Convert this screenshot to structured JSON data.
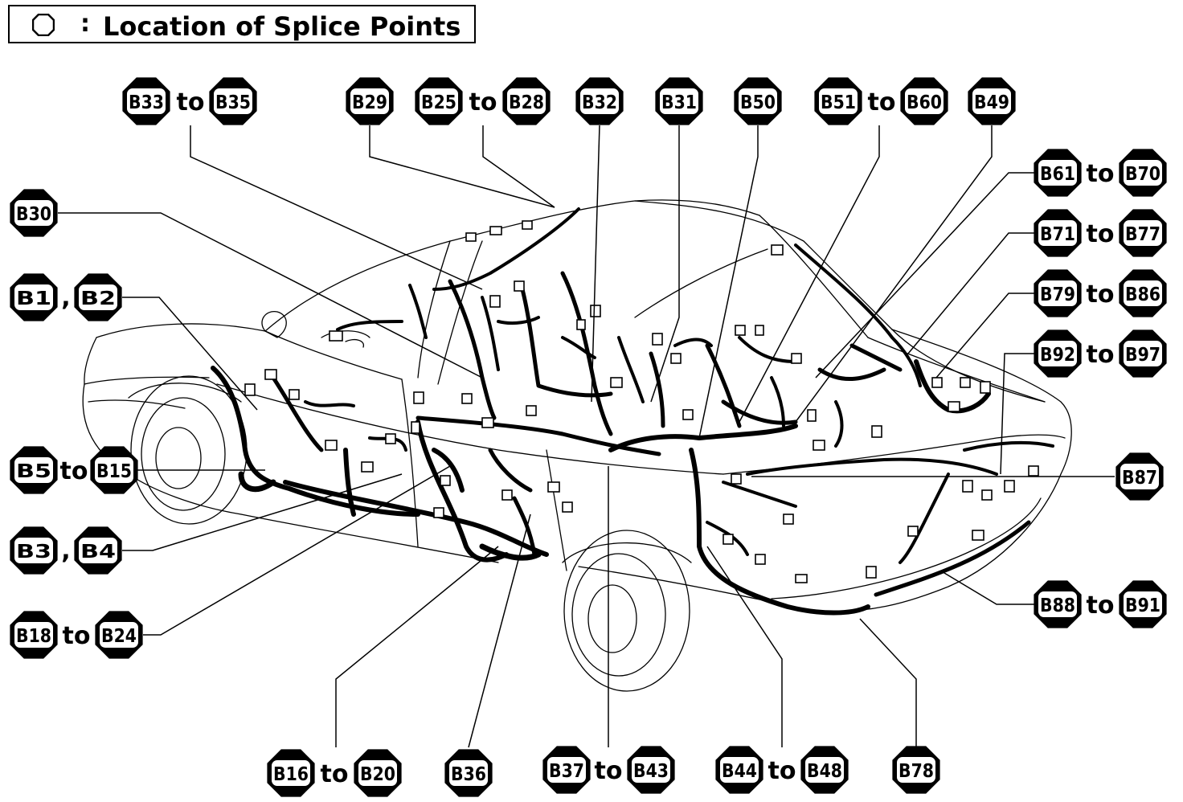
{
  "legend": {
    "colon": ":",
    "text": "Location of Splice Points",
    "symbol_icon": "octagon-outline-icon"
  },
  "connector_word": "to",
  "comma": ",",
  "labels": {
    "b33": "B33",
    "b35": "B35",
    "b29": "B29",
    "b25": "B25",
    "b28": "B28",
    "b32": "B32",
    "b31": "B31",
    "b50": "B50",
    "b51": "B51",
    "b60": "B60",
    "b49": "B49",
    "b61": "B61",
    "b70": "B70",
    "b71": "B71",
    "b77": "B77",
    "b79": "B79",
    "b86": "B86",
    "b92": "B92",
    "b97": "B97",
    "b87": "B87",
    "b88": "B88",
    "b91": "B91",
    "b30": "B30",
    "b1": "B1",
    "b2": "B2",
    "b5": "B5",
    "b15": "B15",
    "b3": "B3",
    "b4": "B4",
    "b18": "B18",
    "b24": "B24",
    "b16": "B16",
    "b20": "B20",
    "b36": "B36",
    "b37": "B37",
    "b43": "B43",
    "b44": "B44",
    "b48": "B48",
    "b78": "B78"
  }
}
